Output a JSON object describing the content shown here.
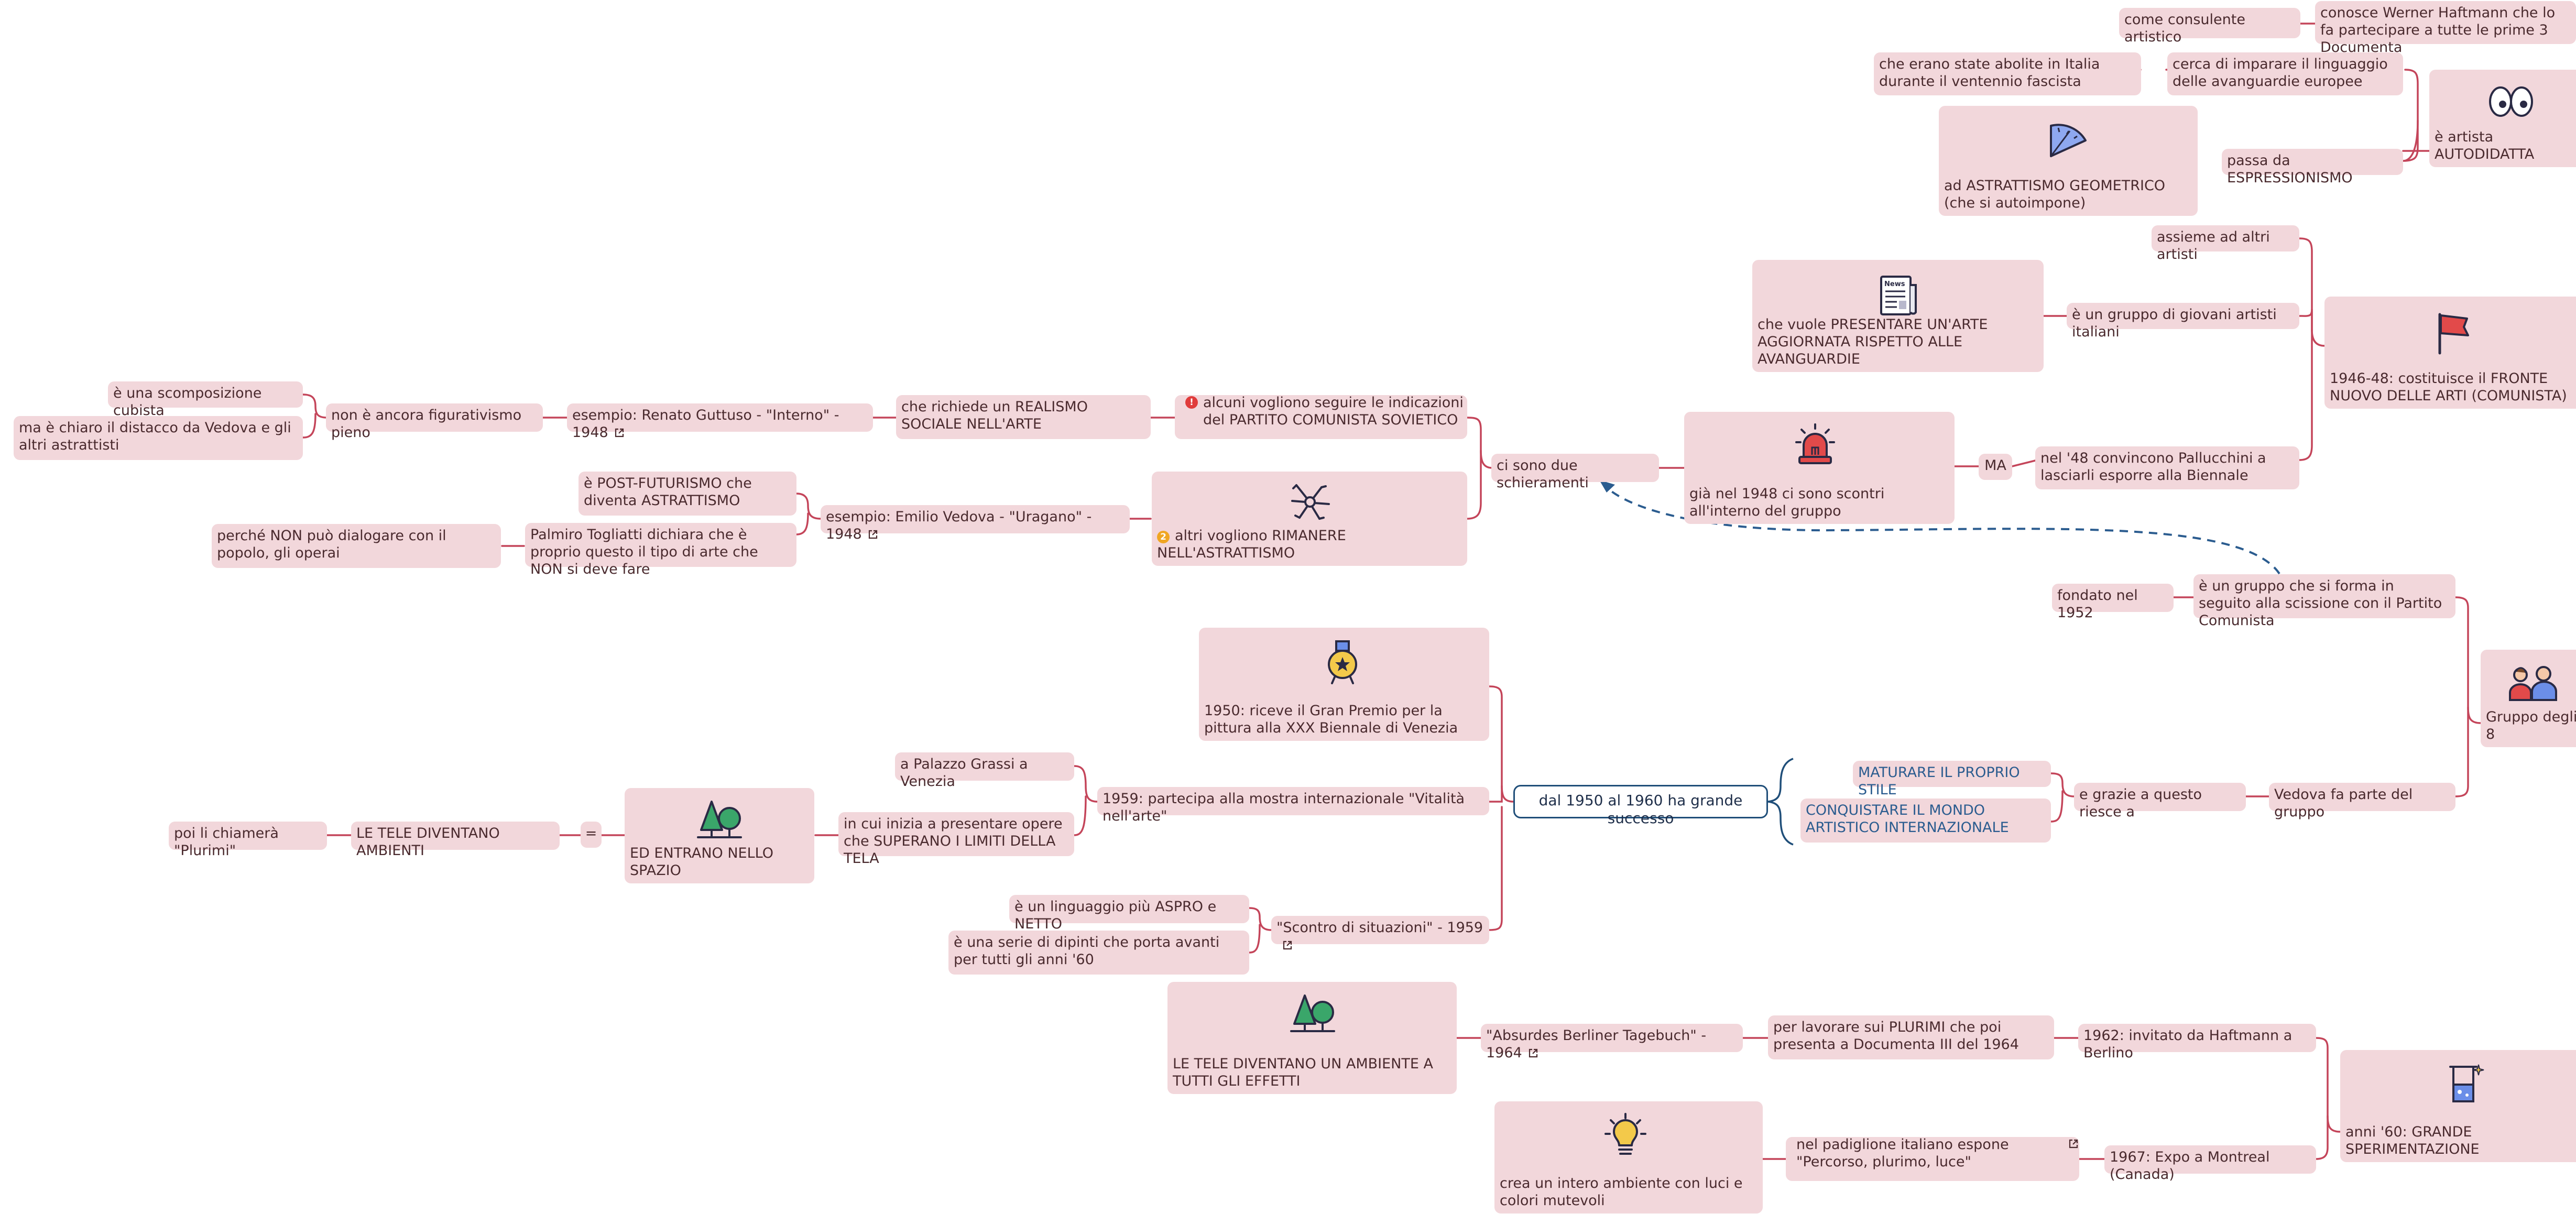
{
  "colors": {
    "node_bg": "#f2d7db",
    "edge": "#c4455a",
    "central_border": "#1f4e79",
    "relation": "#2b5c8f"
  },
  "nodes": {
    "haftmann_consultant": "come consulente artistico",
    "haftmann_documenta": "conosce Werner Haftmann che lo fa partecipare a tutte le prime 3 Documenta",
    "abolished_fascism": "che erano state abolite in Italia durante il ventennio fascista",
    "learn_avantgarde": "cerca di imparare il linguaggio delle avanguardie europee",
    "geometric_abstract": "ad ASTRATTISMO GEOMETRICO (che si autoimpone)",
    "from_expressionism": "passa da ESPRESSIONISMO",
    "self_taught": "è artista AUTODIDATTA",
    "with_other_artists": "assieme ad altri artisti",
    "young_group": "è un gruppo di giovani artisti italiani",
    "updated_art": "che vuole PRESENTARE UN'ARTE AGGIORNATA RISPETTO ALLE AVANGUARDIE",
    "fronte_nuovo": "1946-48: costituisce il FRONTE NUOVO DELLE ARTI (COMUNISTA)",
    "clashes_1948": "già nel 1948 ci sono scontri all'interno del gruppo",
    "ma": "MA",
    "pallucchini": "nel '48 convincono Pallucchini a lasciarli esporre alla Biennale",
    "two_factions": "ci sono due schieramenti",
    "soviet_line": "alcuni vogliono seguire le indicazioni del PARTITO COMUNISTA SOVIETICO",
    "social_realism": "che richiede un REALISMO SOCIALE NELL'ARTE",
    "guttuso": "esempio: Renato Guttuso - \"Interno\" - 1948",
    "not_figurative": "non è ancora figurativismo pieno",
    "cubist": "è una scomposizione cubista",
    "distance": "ma è chiaro il distacco da Vedova e gli altri astrattisti",
    "stay_abstract": "altri vogliono RIMANERE NELL'ASTRATTISMO",
    "vedova_uragano": "esempio: Emilio Vedova - \"Uragano\" - 1948",
    "post_futurism": "è POST-FUTURISMO che diventa ASTRATTISMO",
    "togliatti": "Palmiro Togliatti dichiara che è proprio questo il tipo di arte che NON si deve fare",
    "workers": "perché NON può dialogare con il popolo, gli operai",
    "founded_1952": "fondato nel 1952",
    "split_group": "è un gruppo che si forma in seguito alla scissione con il Partito Comunista",
    "gruppo_8": "Gruppo degli 8",
    "vedova_member": "Vedova fa parte del gruppo",
    "thanks_to": "e grazie a questo riesce a",
    "own_style": "MATURARE IL PROPRIO STILE",
    "conquer_world": "CONQUISTARE IL MONDO ARTISTICO INTERNAZIONALE",
    "success_1950s": "dal 1950 al 1960 ha grande successo",
    "gran_premio": "1950: riceve il Gran Premio per la pittura alla XXX Biennale di Venezia",
    "vitalita": "1959: partecipa alla mostra internazionale \"Vitalità nell'arte\"",
    "palazzo_grassi": "a Palazzo Grassi a Venezia",
    "beyond_canvas": "in cui inizia a presentare opere che SUPERANO I LIMITI DELLA TELA",
    "into_space": "ED ENTRANO NELLO SPAZIO",
    "equals": "=",
    "canvases_rooms": "LE TELE DIVENTANO AMBIENTI",
    "plurimi": "poi li chiamerà \"Plurimi\"",
    "scontro": "\"Scontro di situazioni\" - 1959",
    "harsher_language": "è un linguaggio più ASPRO e NETTO",
    "series_60s": "è una serie di dipinti che porta avanti per tutti gli anni '60",
    "full_environment": "LE TELE DIVENTANO UN AMBIENTE A TUTTI GLI EFFETTI",
    "absurdes": "\"Absurdes Berliner Tagebuch\" - 1964",
    "plurimi_documenta": "per lavorare sui PLURIMI che poi presenta a Documenta III del 1964",
    "berlin_1962": "1962: invitato da Haftmann a Berlino",
    "experimentation": "anni '60: GRANDE SPERIMENTAZIONE",
    "light_environment": "crea un intero ambiente con luci e colori mutevoli",
    "percorso": "nel padiglione italiano espone \"Percorso, plurimo, luce\"",
    "expo_montreal": "1967: Expo a Montreal (Canada)"
  },
  "markers": {
    "priority_1": "!",
    "priority_2": "2"
  },
  "icons": [
    "eyes-icon",
    "protractor-icon",
    "newspaper-icon",
    "red-flag-icon",
    "siren-icon",
    "network-icon",
    "medal-icon",
    "trees-icon",
    "people-group-icon",
    "chemistry-icon",
    "lightbulb-icon",
    "external-link-icon"
  ]
}
